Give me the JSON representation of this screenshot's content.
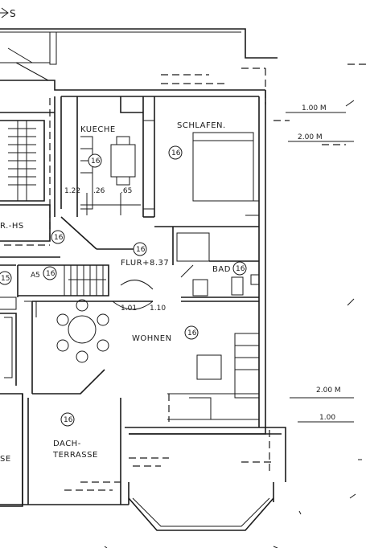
{
  "header": {
    "north_mark": "S"
  },
  "rooms": {
    "kueche": {
      "name": "KUECHE",
      "tag": "16"
    },
    "schlafen": {
      "name": "SCHLAFEN.",
      "tag": "16"
    },
    "flur": {
      "name": "FLUR+8.37",
      "tag": "16"
    },
    "bad": {
      "name": "BAD",
      "tag": "16"
    },
    "wohnen": {
      "name": "WOHNEN",
      "tag": "16"
    },
    "dachterrasse": {
      "name_line1": "DACH-",
      "name_line2": "TERRASSE",
      "tag": "16"
    },
    "left_hall": {
      "name": "R.-HS",
      "tag": "16"
    },
    "stair": {
      "tag": "16",
      "tag_left": "15",
      "label": "A5"
    },
    "left_bottom": {
      "name": "SE"
    }
  },
  "dimensions": {
    "kitchen_1": "1.22",
    "kitchen_2": ".26",
    "kitchen_3": ".65",
    "door_1": "1.01",
    "door_2": "1.10",
    "right_top_1": "1.00 M",
    "right_top_2": "2.00 M",
    "right_bottom_1": "2.00 M",
    "right_bottom_2": "1.00"
  }
}
